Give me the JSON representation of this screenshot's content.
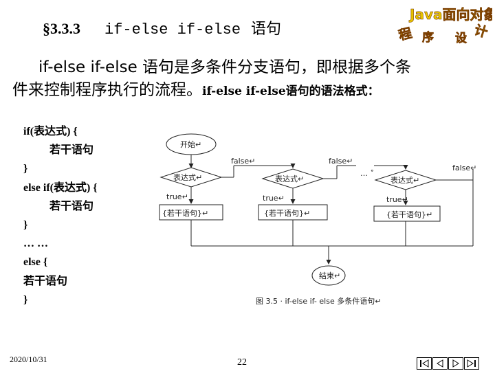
{
  "title": {
    "section": "§3.3.3",
    "code": "if-else if-else",
    "zh": "语句"
  },
  "logo": {
    "line1": "Java面向对象",
    "chars": [
      "程",
      "序",
      "设",
      "计"
    ]
  },
  "intro": {
    "line1": "if-else if-else 语句是多条件分支语句，即根据多个条",
    "line2": "件来控制程序执行的流程。",
    "line2_bold": "if-else if-else语句的语法格式："
  },
  "code_lines": [
    "if(表达式) {",
    "若干语句",
    "}",
    "else if(表达式) {",
    "若干语句",
    "}",
    "… …",
    "else {",
    "若干语句",
    "}"
  ],
  "flowchart": {
    "start": "开始↵",
    "end": "结束↵",
    "expr": [
      "表达式↵",
      "表达式↵",
      "表达式↵"
    ],
    "stmt": [
      "{若干语句}↵",
      "{若干语句}↵",
      "{若干语句}↵"
    ],
    "true_label": "true↵",
    "false_label": "false↵",
    "ellipsis": "… ˚"
  },
  "caption": "图 3.5 · if-else if- else 多条件语句↵",
  "footer": {
    "date": "2020/10/31",
    "page": "22"
  },
  "nav_buttons": [
    "first-page",
    "previous-page",
    "next-page",
    "last-page"
  ]
}
